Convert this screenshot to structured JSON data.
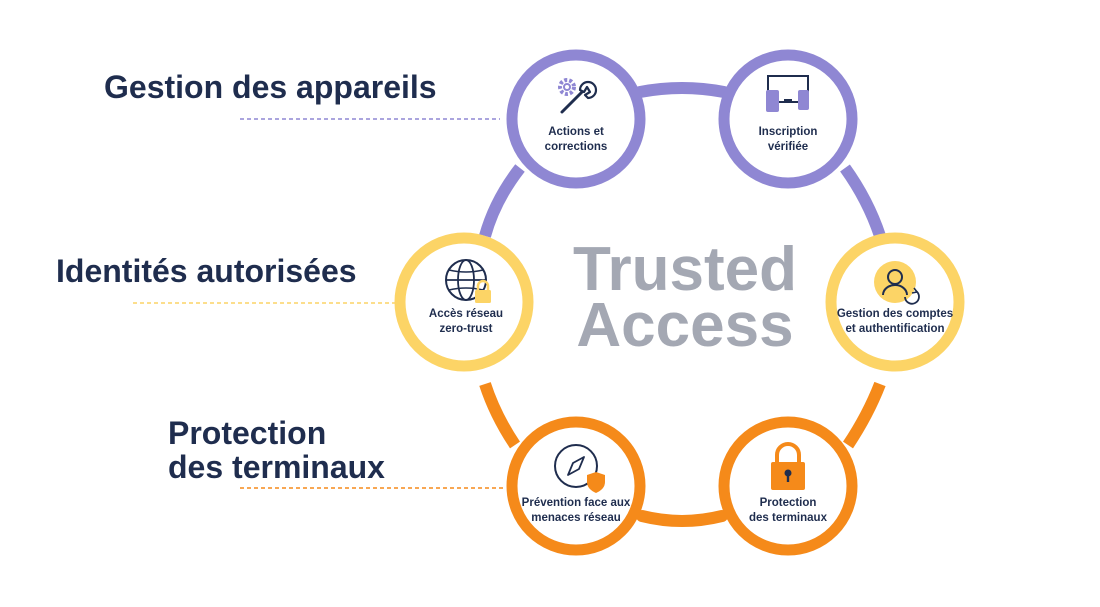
{
  "categories": {
    "device_management": "Gestion des appareils",
    "authorized_identities": "Identités autorisées",
    "endpoint_protection_line1": "Protection",
    "endpoint_protection_line2": "des terminaux"
  },
  "center": {
    "line1": "Trusted",
    "line2": "Access"
  },
  "nodes": {
    "actions": {
      "line1": "Actions et",
      "line2": "corrections",
      "icon": "gear-wrench-icon"
    },
    "inscription": {
      "line1": "Inscription",
      "line2": "vérifiée",
      "icon": "devices-icon"
    },
    "acces": {
      "line1": "Accès réseau",
      "line2": "zero-trust",
      "icon": "globe-lock-icon"
    },
    "gestion": {
      "line1": "Gestion des comptes",
      "line2": "et authentification",
      "icon": "user-sync-icon"
    },
    "prevention": {
      "line1": "Prévention face aux",
      "line2": "menaces réseau",
      "icon": "compass-shield-icon"
    },
    "protection": {
      "line1": "Protection",
      "line2": "des terminaux",
      "icon": "padlock-icon"
    }
  },
  "colors": {
    "purple": "#8f87d3",
    "yellow": "#fcd466",
    "orange": "#f58a1a",
    "navy": "#1f2d4e",
    "gray": "#a4a8b3"
  }
}
